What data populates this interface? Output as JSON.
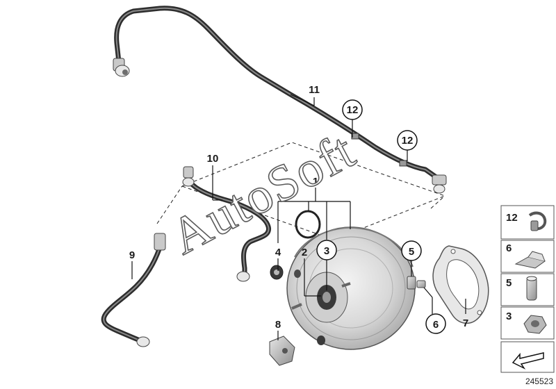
{
  "diagram": {
    "watermark": "AutoSoft",
    "reference_number": "245523",
    "callouts": {
      "c1": "1",
      "c2": "2",
      "c3": "3",
      "c4": "4",
      "c5": "5",
      "c6": "6",
      "c7": "7",
      "c8": "8",
      "c9": "9",
      "c10": "10",
      "c11": "11",
      "c12a": "12",
      "c12b": "12"
    },
    "side_panel": {
      "items": [
        {
          "number": "12",
          "icon": "hose-clamp-icon"
        },
        {
          "number": "6",
          "icon": "spring-clip-icon"
        },
        {
          "number": "5",
          "icon": "pin-icon"
        },
        {
          "number": "3",
          "icon": "hex-nut-icon"
        }
      ],
      "nav_icon": "arrow-back-icon"
    },
    "colors": {
      "hose": "#2d2d2d",
      "booster_body": "#d9d9d9",
      "leader_lines": "#111111",
      "watermark_outline": "#5a5a5a"
    }
  }
}
